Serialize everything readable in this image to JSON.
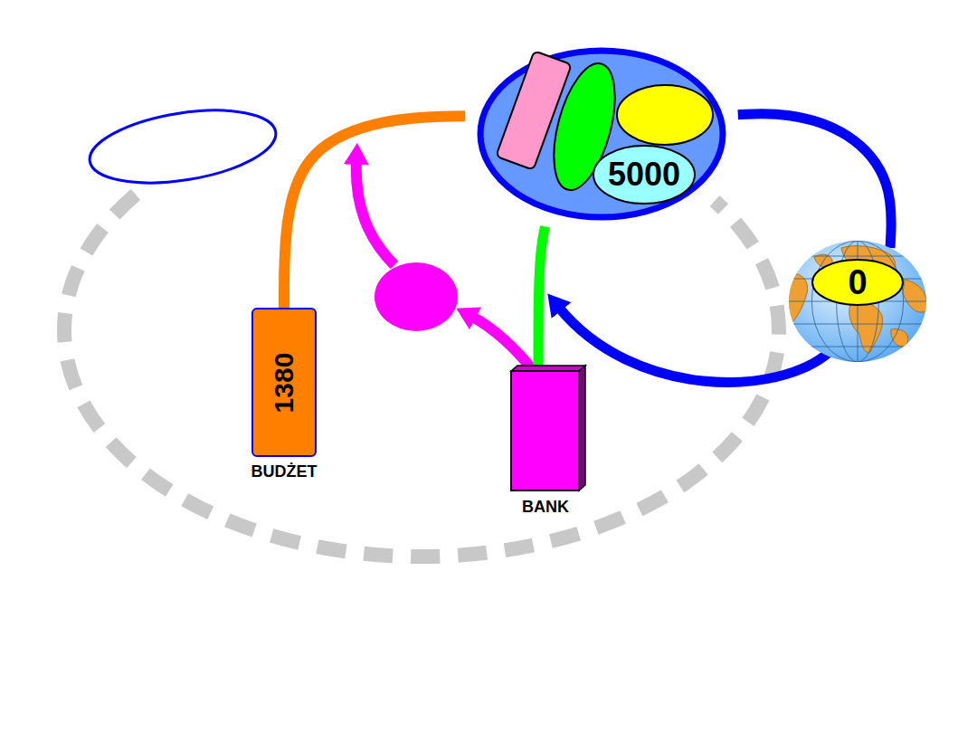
{
  "diagram": {
    "nodes": [
      {
        "text": []
      },
      {
        "text": [
          "5000"
        ],
        "in": 0
      },
      {
        "text": [
          "0"
        ]
      },
      {
        "text": [
          "1380",
          "BUDŻET"
        ]
      },
      {
        "text": [
          "BANK"
        ]
      }
    ],
    "edges": [
      {
        "from": 3,
        "to": 0,
        "arrow": "to"
      },
      {
        "from": 2,
        "to": 0,
        "arrow": "to"
      },
      {
        "from": 4,
        "to": 0,
        "arrow": "to"
      }
    ]
  }
}
